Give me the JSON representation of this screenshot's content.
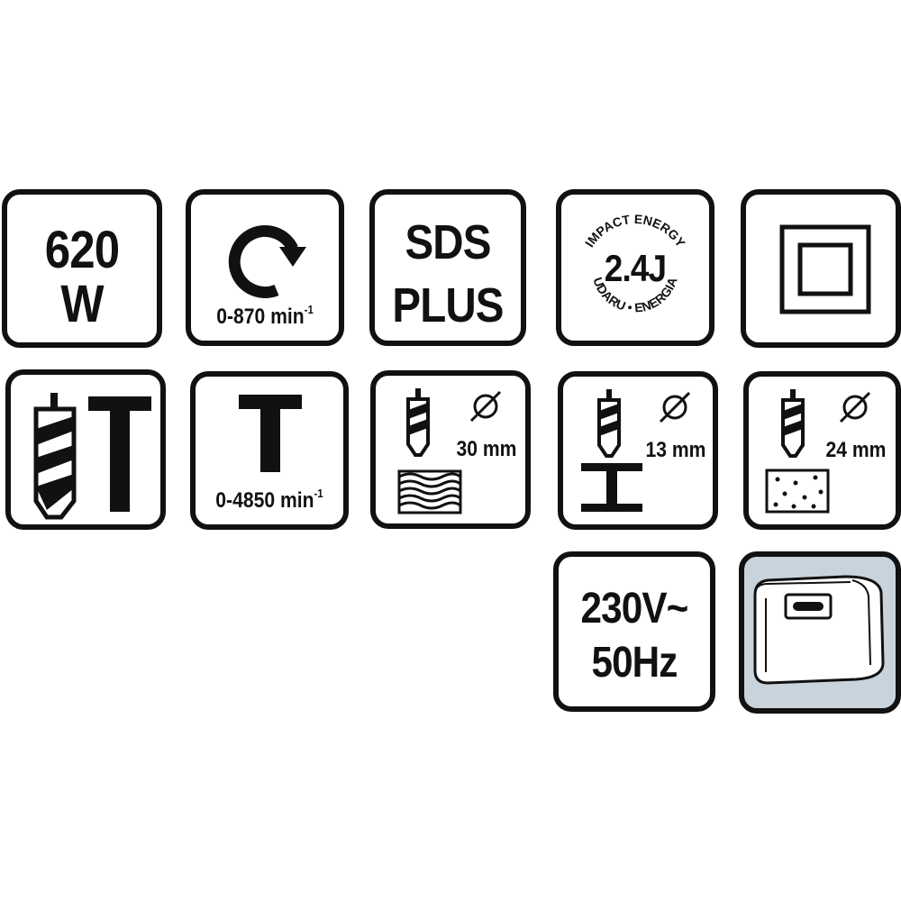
{
  "power": {
    "value": "620",
    "unit": "W"
  },
  "rotation": {
    "label": "0-870 min",
    "exp": "-1"
  },
  "chuck": {
    "line1": "SDS",
    "line2": "PLUS"
  },
  "impact": {
    "top": "IMPACT ENERGY",
    "value": "2.4J",
    "right": "ENERGIA",
    "bottom": "UDARU"
  },
  "class_ii": {
    "icon": "double-square-icon"
  },
  "hammer_drill_mode": {
    "icon": "drill-bit-hammer-icon"
  },
  "impact_rate": {
    "label": "0-4850 min",
    "exp": "-1"
  },
  "wood_capacity": {
    "diameter": "30 mm"
  },
  "steel_capacity": {
    "diameter": "13 mm"
  },
  "concrete_capacity": {
    "diameter": "24 mm"
  },
  "voltage": {
    "line1": "230V~",
    "line2": "50Hz"
  },
  "case": {
    "icon": "carry-case-icon",
    "background": "#c9d3dc"
  }
}
